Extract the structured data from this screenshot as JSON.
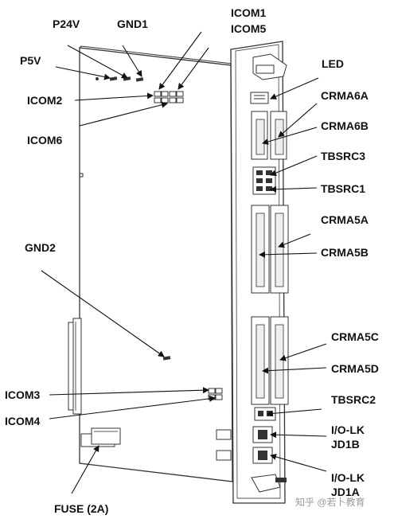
{
  "labels": {
    "p24v": "P24V",
    "gnd1": "GND1",
    "icom1": "ICOM1",
    "icom5": "ICOM5",
    "p5v": "P5V",
    "icom2": "ICOM2",
    "icom6": "ICOM6",
    "led": "LED",
    "crma6a": "CRMA6A",
    "crma6b": "CRMA6B",
    "tbsrc3": "TBSRC3",
    "tbsrc1": "TBSRC1",
    "crma5a": "CRMA5A",
    "crma5b": "CRMA5B",
    "gnd2": "GND2",
    "crma5c": "CRMA5C",
    "crma5d": "CRMA5D",
    "icom3": "ICOM3",
    "tbsrc2": "TBSRC2",
    "icom4": "ICOM4",
    "iolk_jd1b_line1": "I/O-LK",
    "iolk_jd1b_line2": "JD1B",
    "iolk_jd1a_line1": "I/O-LK",
    "iolk_jd1a_line2": "JD1A",
    "fuse": "FUSE (2A)"
  },
  "watermark": "知乎 @若卜教育",
  "colors": {
    "line": "#111111",
    "board_stroke": "#333333",
    "background": "#ffffff"
  }
}
